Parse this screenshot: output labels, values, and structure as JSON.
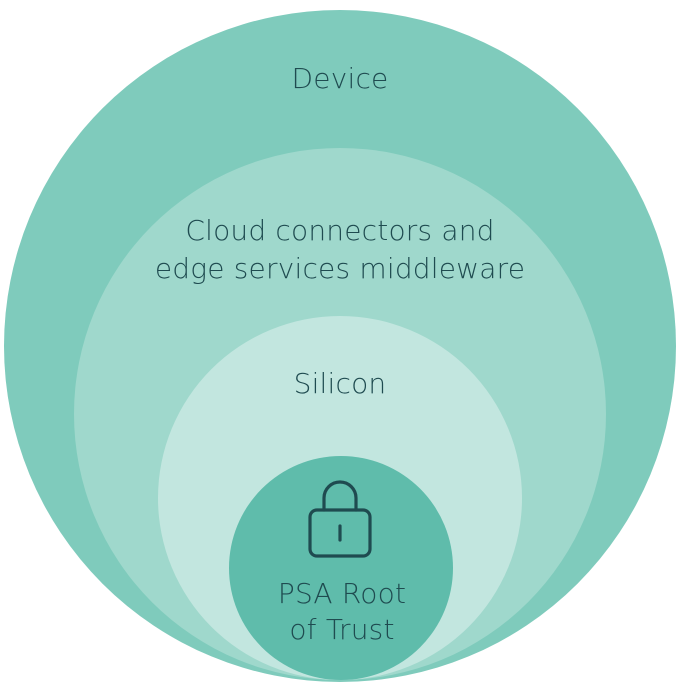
{
  "diagram": {
    "layers": [
      {
        "id": "device",
        "label": "Device",
        "color": "#7fcbbc"
      },
      {
        "id": "cloud",
        "label_lines": [
          "Cloud connectors and",
          "edge services middleware"
        ],
        "color": "#9fd8cc"
      },
      {
        "id": "silicon",
        "label": "Silicon",
        "color": "#c2e6df"
      },
      {
        "id": "psa",
        "label_lines": [
          "PSA Root",
          "of Trust"
        ],
        "color": "#5fbcab"
      }
    ],
    "icon": "lock-icon",
    "text_color": "#1f4b50"
  }
}
